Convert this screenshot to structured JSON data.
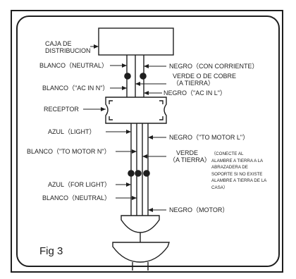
{
  "labels": {
    "junction_box_line1": "CAJA DE",
    "junction_box_line2": "DISTRIBUCION",
    "white_neutral_top": "BLANCO（NEUTRAL）",
    "black_live": "NEGRO（CON CORRIENTE）",
    "green_copper_line1": "VERDE O DE COBRE",
    "green_copper_line2": "（A TIERRA）",
    "white_ac_in_n": "BLANCO（\"AC IN N\"）",
    "black_ac_in_l": "NEGRO（\"AC IN L\"）",
    "receiver": "RECEPTOR",
    "blue_light": "AZUL（LIGHT）",
    "black_to_motor_l": "NEGRO（\"TO MOTOR L\"）",
    "white_to_motor_n": "BLANCO（\"TO MOTOR N\"）",
    "green_line1": "VERDE",
    "green_line2": "（A TIERRA）",
    "note_line1": "（CONECTE AL",
    "note_line2": "ALAMBRE A TIERRA A LA",
    "note_line3": "ABRAZADERA DE",
    "note_line4": "SOPORTE SI NO EXISTE",
    "note_line5": "ALAMBRE A TIERRA DE LA",
    "note_line6": "CASA）",
    "blue_for_light": "AZUL（FOR LIGHT）",
    "white_neutral_bottom": "BLANCO（NEUTRAL）",
    "black_motor": "NEGRO（MOTOR）",
    "figure_caption": "Fig  3"
  },
  "colors": {
    "ink": "#1e1e1e",
    "background": "#ffffff"
  }
}
